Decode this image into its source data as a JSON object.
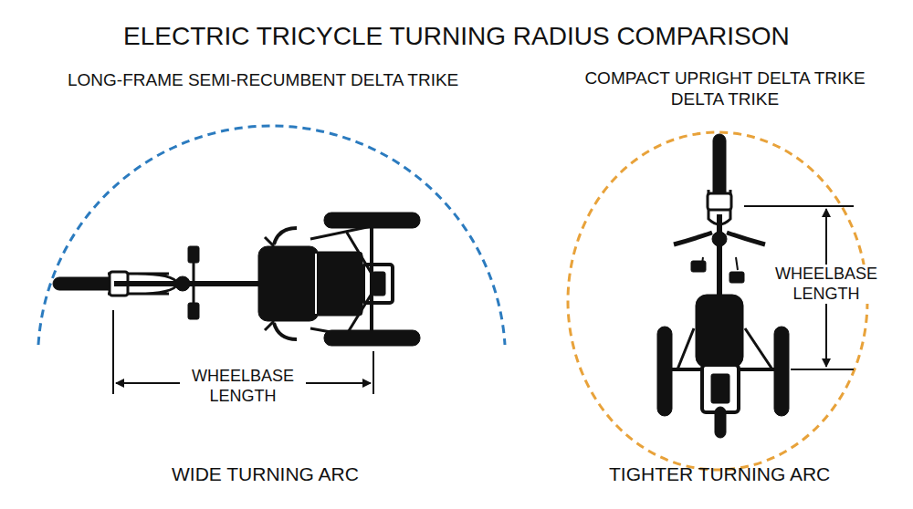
{
  "diagram": {
    "title": "ELECTRIC TRICYCLE TURNING RADIUS COMPARISON",
    "labels": [
      "LONG-FRAME SEMI-RECUMBENT DELTA TRIKE",
      "COMPACT UPRIGHT DELTA TRIKE DELTA TRIKE",
      "WHEELBASE LENGTH",
      "WHEELBASE LENGTH",
      "WIDE TURNING ARC",
      "TIGHTER TURNING ARC"
    ]
  }
}
